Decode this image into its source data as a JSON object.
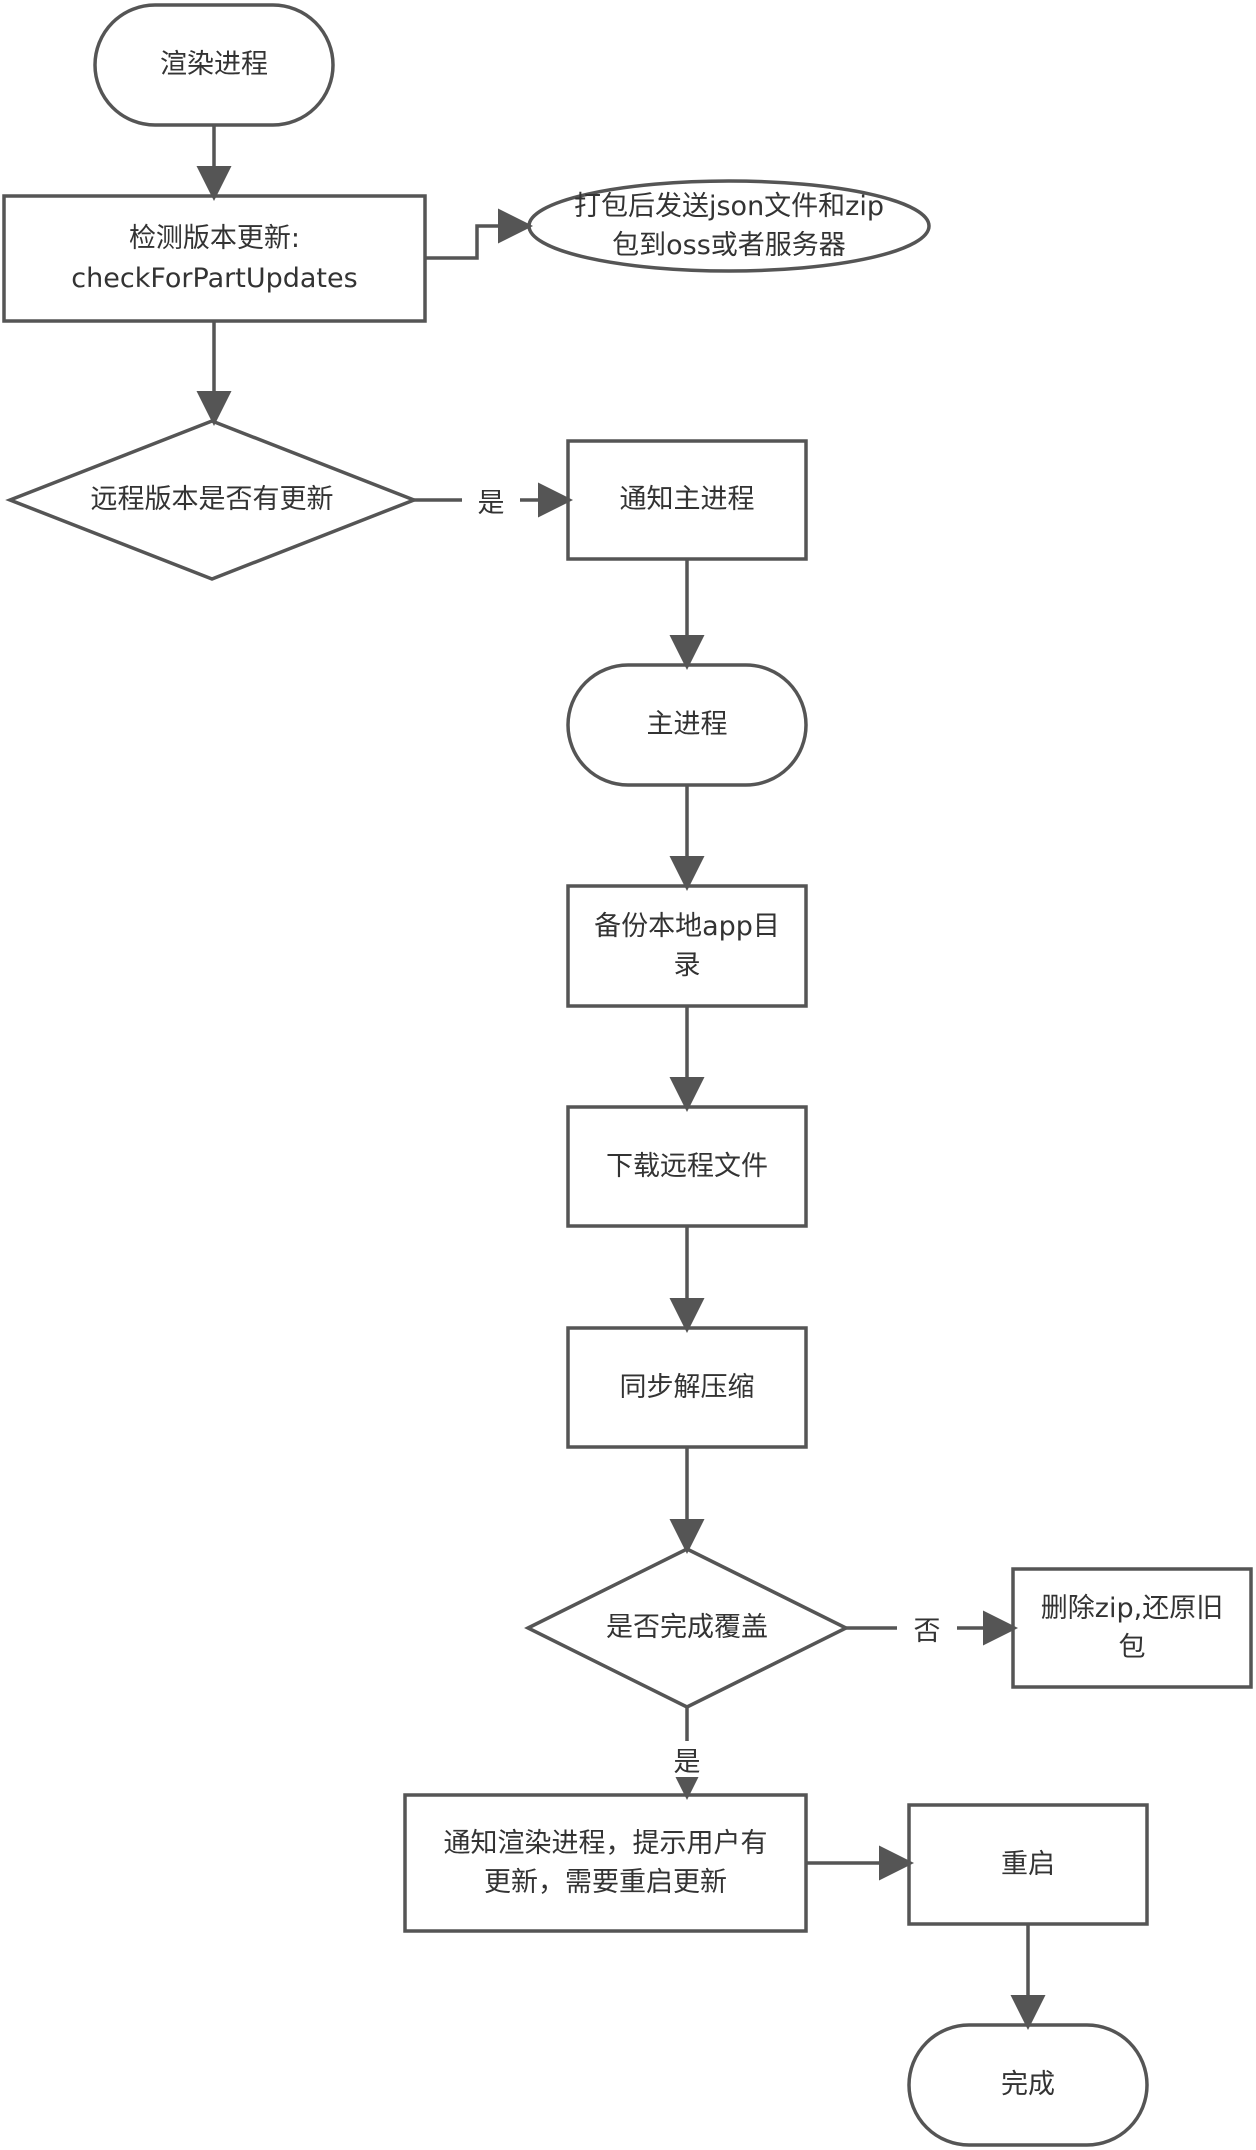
{
  "diagram": {
    "nodes": {
      "render_process": {
        "text": "渲染进程"
      },
      "check_update": {
        "text": "检测版本更新:\ncheckForPartUpdates"
      },
      "package_upload": {
        "text": "打包后发送json文件和zip\n包到oss或者服务器"
      },
      "remote_has_update": {
        "text": "远程版本是否有更新"
      },
      "notify_main": {
        "text": "通知主进程"
      },
      "main_process": {
        "text": "主进程"
      },
      "backup_app": {
        "text": "备份本地app目\n录"
      },
      "download_remote": {
        "text": "下载远程文件"
      },
      "sync_unzip": {
        "text": "同步解压缩"
      },
      "overwrite_done": {
        "text": "是否完成覆盖"
      },
      "delete_restore": {
        "text": "删除zip,还原旧\n包"
      },
      "notify_renderer": {
        "text": "通知渲染进程，提示用户有\n更新，需要重启更新"
      },
      "restart": {
        "text": "重启"
      },
      "complete": {
        "text": "完成"
      }
    },
    "edge_labels": {
      "yes_1": "是",
      "no": "否",
      "yes_2": "是"
    }
  }
}
